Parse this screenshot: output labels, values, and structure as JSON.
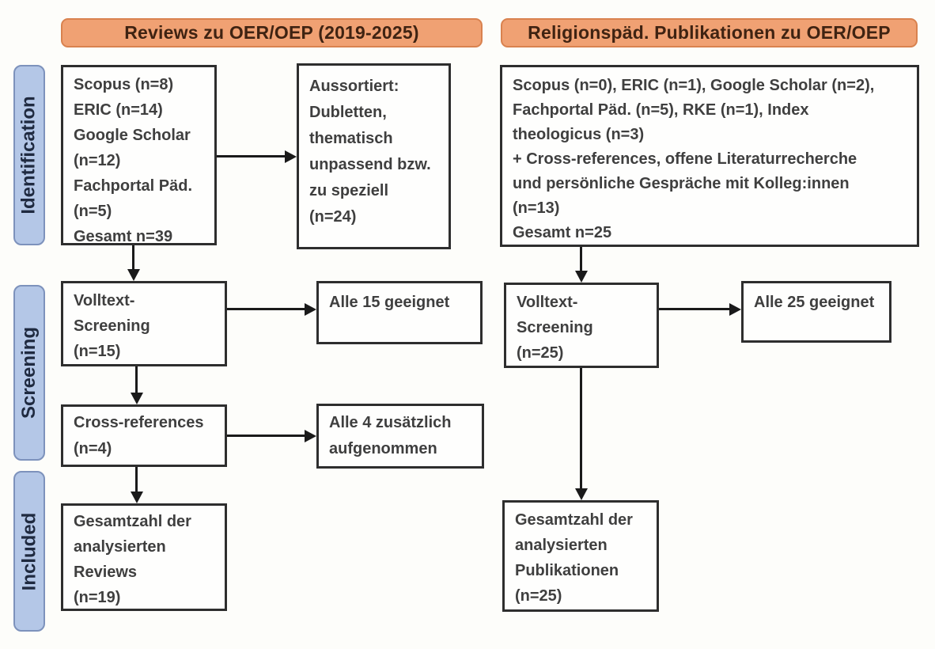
{
  "diagram": {
    "title": "PRISMA-style literature flow diagram",
    "columns": [
      {
        "header": "Reviews zu OER/OEP (2019-2025)"
      },
      {
        "header": "Religionspäd. Publikationen zu OER/OEP"
      }
    ],
    "stages": [
      {
        "label": "Identification"
      },
      {
        "label": "Screening"
      },
      {
        "label": "Included"
      }
    ],
    "left": {
      "sources": "Scopus (n=8)\nERIC (n=14)\nGoogle Scholar\n(n=12)\nFachportal Päd.\n(n=5)\nGesamt n=39",
      "excluded": "Aussortiert:\nDubletten,\nthematisch\nunpassend bzw.\nzu speziell\n(n=24)",
      "screening": "Volltext-\nScreening\n(n=15)",
      "screening_result": "Alle 15 geeignet",
      "crossref": "Cross-references\n(n=4)",
      "crossref_result": "Alle 4 zusätzlich\naufgenommen",
      "included": "Gesamtzahl der\nanalysierten\nReviews\n(n=19)"
    },
    "right": {
      "sources": "Scopus (n=0), ERIC (n=1), Google Scholar (n=2),\nFachportal Päd. (n=5), RKE (n=1), Index\ntheologicus (n=3)\n+ Cross-references, offene Literaturrecherche\nund persönliche Gespräche mit Kolleg:innen\n(n=13)\nGesamt n=25",
      "screening": "Volltext-\nScreening\n(n=25)",
      "screening_result": "Alle 25 geeignet",
      "included": "Gesamtzahl der\nanalysierten\nPublikationen\n(n=25)"
    },
    "colors": {
      "header_fill": "#F0A173",
      "header_border": "#D9824F",
      "header_text": "#3F2312",
      "stage_fill": "#B4C7E7",
      "stage_border": "#7D92BC",
      "stage_text": "#1F2A40",
      "box_border": "#2E2E2E",
      "box_text": "#3F3F3F",
      "arrow": "#1A1A1A",
      "background": "#FDFDFA"
    }
  }
}
